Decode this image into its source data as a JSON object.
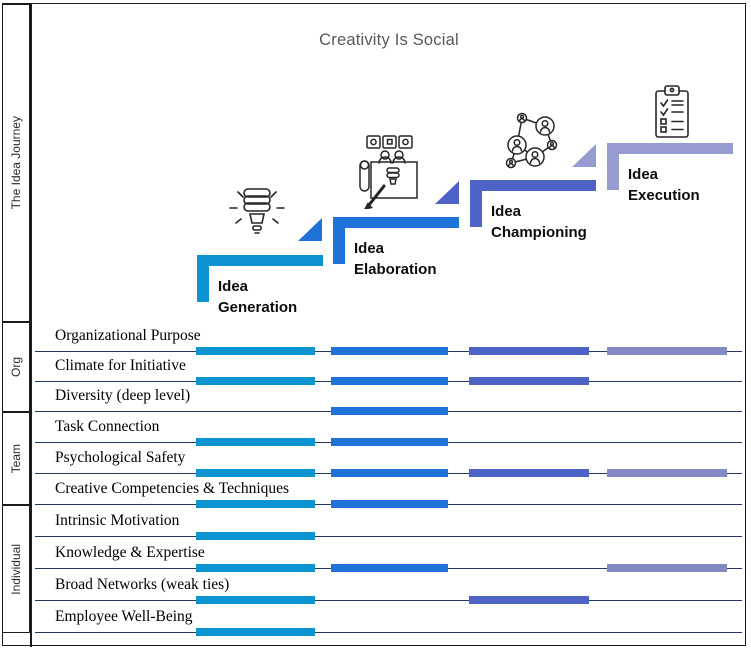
{
  "title": "Creativity Is Social",
  "colors": {
    "row_line": "#1F3864",
    "border": "#1B1B1B",
    "title_text": "#595959",
    "step_label_text": "#0D0D0D"
  },
  "sidebar": {
    "journey_label": "The Idea Journey",
    "groups": [
      {
        "label": "Org"
      },
      {
        "label": "Team"
      },
      {
        "label": "Individual"
      }
    ]
  },
  "stages": [
    {
      "label": "Idea Generation",
      "icon": "cfl-lightbulb-icon",
      "color": "#0B93D2",
      "bar_color": "#0B93D2"
    },
    {
      "label": "Idea Elaboration",
      "icon": "sketch-collaboration-icon",
      "color": "#1E72D8",
      "bar_color": "#1E72D8"
    },
    {
      "label": "Idea Championing",
      "icon": "people-network-icon",
      "color": "#4D63C5",
      "bar_color": "#4D63C5"
    },
    {
      "label": "Idea Execution",
      "icon": "clipboard-checklist-icon",
      "color": "#979CD0",
      "bar_color": "#8289C4"
    }
  ],
  "rows": [
    {
      "label": "Organizational Purpose",
      "group": "Org",
      "stages": [
        1,
        1,
        1,
        1
      ]
    },
    {
      "label": "Climate for Initiative",
      "group": "Org",
      "stages": [
        1,
        1,
        1,
        0
      ]
    },
    {
      "label": "Diversity (deep level)",
      "group": "Org",
      "stages": [
        0,
        1,
        0,
        0
      ]
    },
    {
      "label": "Task Connection",
      "group": "Team",
      "stages": [
        1,
        1,
        0,
        0
      ]
    },
    {
      "label": "Psychological Safety",
      "group": "Team",
      "stages": [
        1,
        1,
        1,
        1
      ]
    },
    {
      "label": "Creative Competencies & Techniques",
      "group": "Team",
      "stages": [
        1,
        1,
        0,
        0
      ]
    },
    {
      "label": "Intrinsic Motivation",
      "group": "Individual",
      "stages": [
        1,
        0,
        0,
        0
      ]
    },
    {
      "label": "Knowledge & Expertise",
      "group": "Individual",
      "stages": [
        1,
        1,
        0,
        1
      ]
    },
    {
      "label": "Broad Networks (weak ties)",
      "group": "Individual",
      "stages": [
        1,
        0,
        1,
        0
      ]
    },
    {
      "label": "Employee Well-Being",
      "group": "Individual",
      "stages": [
        1,
        0,
        0,
        0
      ]
    }
  ]
}
